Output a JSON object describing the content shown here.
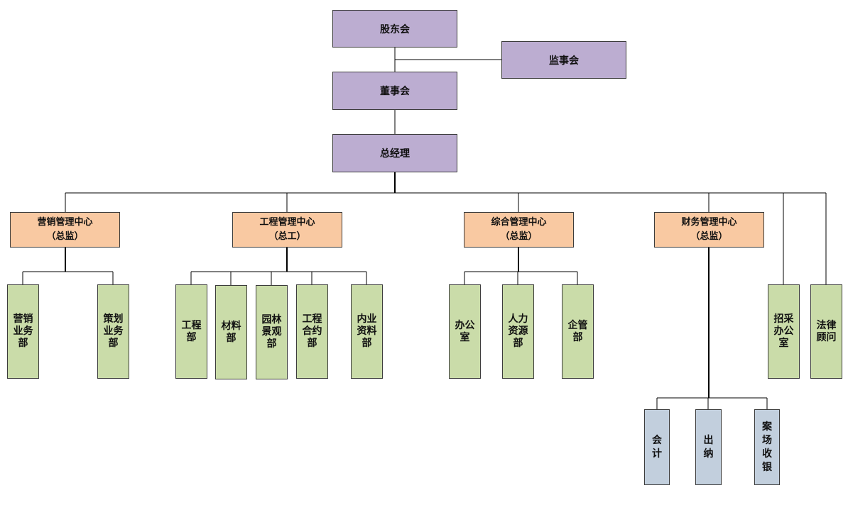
{
  "colors": {
    "governance": "#bcadd1",
    "center": "#f9c9a2",
    "department": "#cadca9",
    "finance_unit": "#c2cfdd",
    "line": "#000000"
  },
  "governance": {
    "shareholders": "股东会",
    "supervisors": "监事会",
    "board": "董事会",
    "general_manager": "总经理"
  },
  "centers": [
    {
      "name": "营销管理中心",
      "head": "（总监）",
      "departments": [
        "营销\n业务\n部",
        "策划\n业务\n部"
      ]
    },
    {
      "name": "工程管理中心",
      "head": "（总工）",
      "departments": [
        "工程\n部",
        "材料\n部",
        "园林\n景观\n部",
        "工程\n合约\n部",
        "内业\n资料\n部"
      ]
    },
    {
      "name": "综合管理中心",
      "head": "（总监）",
      "departments": [
        "办公\n室",
        "人力\n资源\n部",
        "企管\n部"
      ]
    },
    {
      "name": "财务管理中心",
      "head": "（总监）",
      "departments": [
        "会\n计",
        "出\n纳",
        "案\n场\n收\n银"
      ]
    }
  ],
  "independent_units": [
    "招采\n办公\n室",
    "法律\n顾问"
  ]
}
